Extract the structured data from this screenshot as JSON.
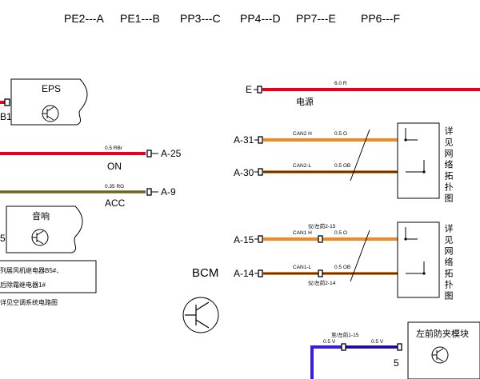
{
  "mapping": [
    {
      "code": "PE2",
      "letter": "A"
    },
    {
      "code": "PE1",
      "letter": "B"
    },
    {
      "code": "PP3",
      "letter": "C"
    },
    {
      "code": "PP4",
      "letter": "D"
    },
    {
      "code": "PP7",
      "letter": "E"
    },
    {
      "code": "PP6",
      "letter": "F"
    }
  ],
  "mapping_labels": [
    "PE2---A",
    "PE1---B",
    "PP3---C",
    "PP4---D",
    "PP7---E",
    "PP6---F"
  ],
  "modules": {
    "eps": {
      "title": "EPS",
      "pin": "B1"
    },
    "audio": {
      "title": "音响",
      "pin": "5"
    },
    "bcm": {
      "title": "BCM"
    },
    "front_left_anti_pinch": {
      "title": "左前防夹模块",
      "pin": "5"
    }
  },
  "colors": {
    "red": "#e8001c",
    "orange": "#f08a20",
    "green": "#4fb04a",
    "blue": "#3a1ee0",
    "black": "#000000"
  },
  "left_wires": [
    {
      "spec": "0.5 RBr",
      "pin": "A-25",
      "label": "ON"
    },
    {
      "spec": "0.35 RG",
      "pin": "A-9",
      "label": "ACC"
    }
  ],
  "power": {
    "pin": "E",
    "spec": "6.0 R",
    "label": "电源"
  },
  "can_group_1": {
    "wires": [
      {
        "pin": "A-31",
        "name": "CAN2 H",
        "spec": "0.5 O"
      },
      {
        "pin": "A-30",
        "name": "CAN2-L",
        "spec": "0.5 OB"
      }
    ],
    "note": "详见网络拓扑图"
  },
  "can_group_2": {
    "wires": [
      {
        "pin": "A-15",
        "name": "CAN1 H",
        "spec": "0.5 O",
        "splice": "仪/左前2-15"
      },
      {
        "pin": "A-14",
        "name": "CAN1-L",
        "spec": "0.5 OB",
        "splice": "仪/左前2-14"
      }
    ],
    "note": "详见网络拓扑图"
  },
  "notes": {
    "relay_line1": "列展风机继电器B5#、",
    "relay_line2": "后除霜继电器1#",
    "ac_circuit": "详见空调系统电路图"
  },
  "bottom_wires": {
    "splice": "至/左前1-15",
    "spec_left": "0.5 V",
    "spec_right": "0.5 V"
  }
}
